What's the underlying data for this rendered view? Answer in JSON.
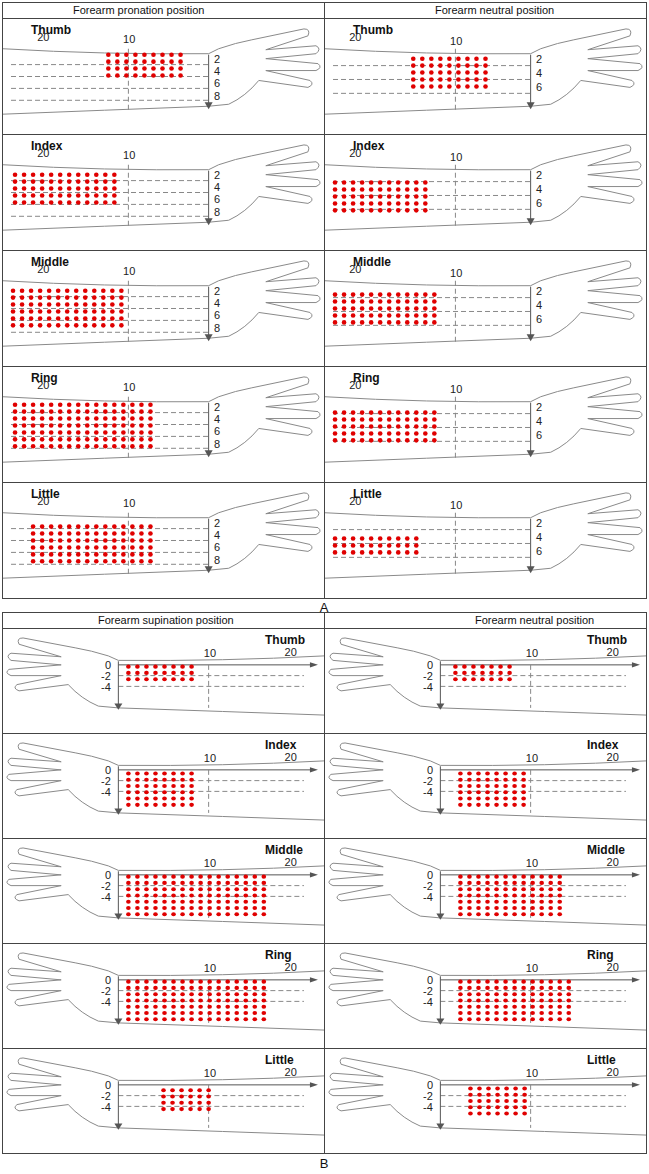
{
  "diagram": {
    "nodes": [
      {
        "text": [
          "Forearm pronation position"
        ]
      },
      {
        "text": [
          "Forearm neutral position"
        ]
      },
      {
        "text": [
          "Thumb",
          "20",
          "10",
          "2",
          "4",
          "6",
          "8"
        ]
      },
      {
        "text": [
          "Thumb",
          "20",
          "10",
          "2",
          "4",
          "6"
        ]
      },
      {
        "text": [
          "Index",
          "20",
          "10",
          "2",
          "4",
          "6",
          "8"
        ]
      },
      {
        "text": [
          "Index",
          "20",
          "10",
          "2",
          "4",
          "6"
        ]
      },
      {
        "text": [
          "Middle",
          "20",
          "10",
          "2",
          "4",
          "6",
          "8"
        ]
      },
      {
        "text": [
          "Middle",
          "20",
          "10",
          "2",
          "4",
          "6"
        ]
      },
      {
        "text": [
          "Ring",
          "20",
          "10",
          "2",
          "4",
          "6",
          "8"
        ]
      },
      {
        "text": [
          "Ring",
          "20",
          "10",
          "2",
          "4",
          "6"
        ]
      },
      {
        "text": [
          "Little",
          "20",
          "10",
          "2",
          "4",
          "6",
          "8"
        ]
      },
      {
        "text": [
          "Little",
          "20",
          "10",
          "2",
          "4",
          "6"
        ]
      },
      {
        "text": [
          "Forearm supination position"
        ]
      },
      {
        "text": [
          "Forearm neutral position"
        ]
      },
      {
        "text": [
          "Thumb",
          "0",
          "-2",
          "-4",
          "10",
          "20"
        ]
      },
      {
        "text": [
          "Thumb",
          "0",
          "-2",
          "-4",
          "10",
          "20"
        ]
      },
      {
        "text": [
          "Index",
          "0",
          "-2",
          "-4",
          "10",
          "20"
        ]
      },
      {
        "text": [
          "Index",
          "0",
          "-2",
          "-4",
          "10",
          "20"
        ]
      },
      {
        "text": [
          "Middle",
          "0",
          "-2",
          "-4",
          "10",
          "20"
        ]
      },
      {
        "text": [
          "Middle",
          "0",
          "-2",
          "-4",
          "10",
          "20"
        ]
      },
      {
        "text": [
          "Ring",
          "0",
          "-2",
          "-4",
          "10",
          "20"
        ]
      },
      {
        "text": [
          "Ring",
          "0",
          "-2",
          "-4",
          "10",
          "20"
        ]
      },
      {
        "text": [
          "Little",
          "0",
          "-2",
          "-4",
          "10",
          "20"
        ]
      },
      {
        "text": [
          "Little",
          "0",
          "-2",
          "-4",
          "10",
          "20"
        ]
      }
    ],
    "labels": [
      "A",
      "B"
    ]
  }
}
